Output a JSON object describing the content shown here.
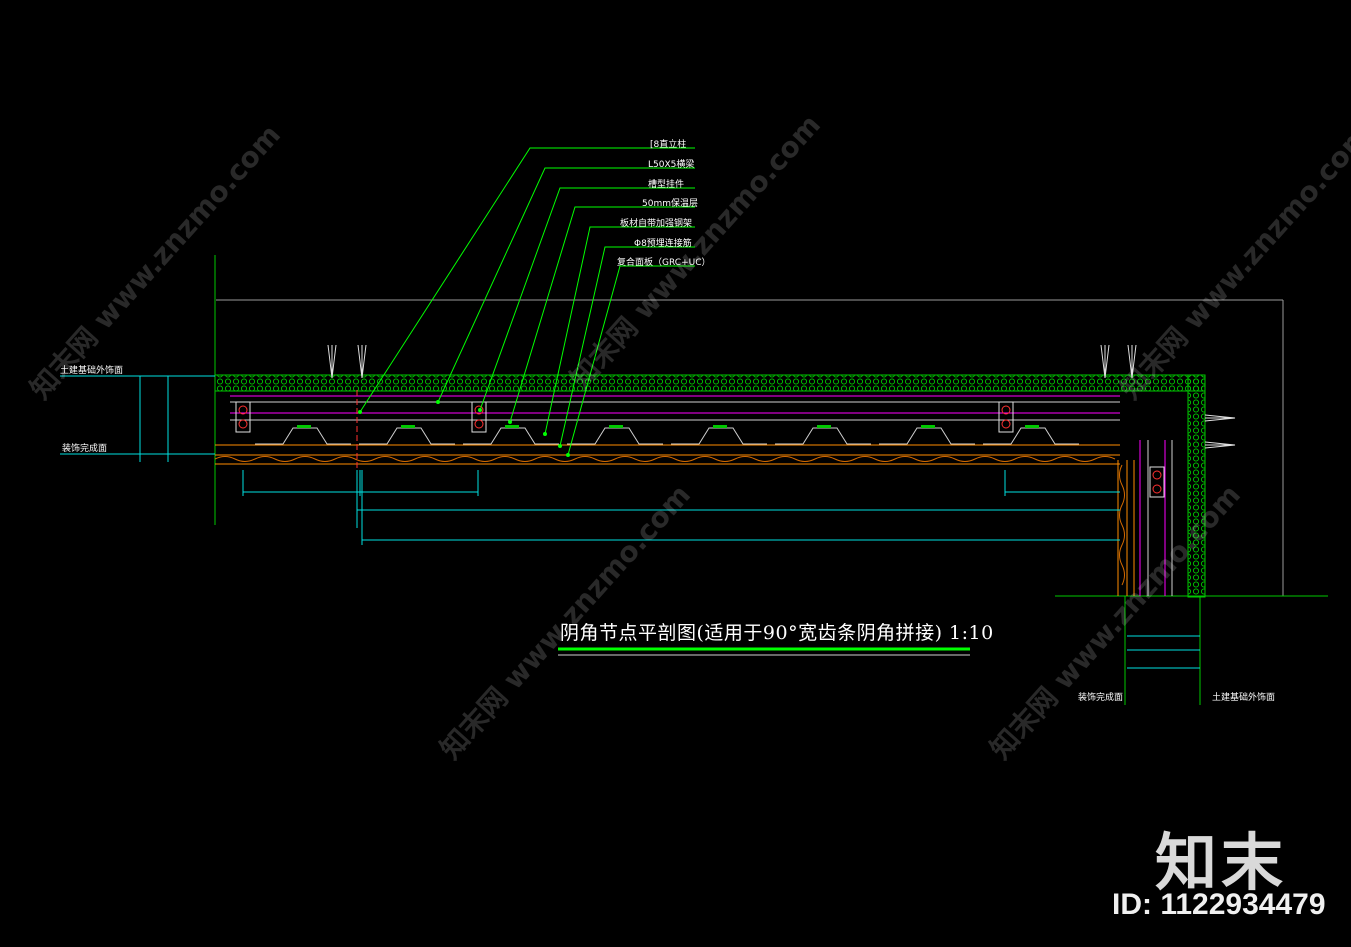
{
  "drawing": {
    "title": "阴角节点平剖图(适用于90°宽齿条阴角拼接) 1:10",
    "callouts": [
      "[8直立柱",
      "L50X5横梁",
      "槽型挂件",
      "50mm保温层",
      "板材自带加强钢架",
      "Φ8预埋连接筋",
      "复合面板（GRC+UC）"
    ],
    "left_labels": [
      "土建基础外饰面",
      "装饰完成面"
    ],
    "right_labels": [
      "装饰完成面",
      "土建基础外饰面"
    ]
  },
  "brand": {
    "logo_text": "知末",
    "id_text": "ID: 1122934479"
  },
  "colors": {
    "background": "#000000",
    "insulation": "#00c800",
    "leader_lines": "#00ff00",
    "dimension": "#00ffff",
    "panel": "#ff8c00",
    "steel": "#ff00ff"
  }
}
